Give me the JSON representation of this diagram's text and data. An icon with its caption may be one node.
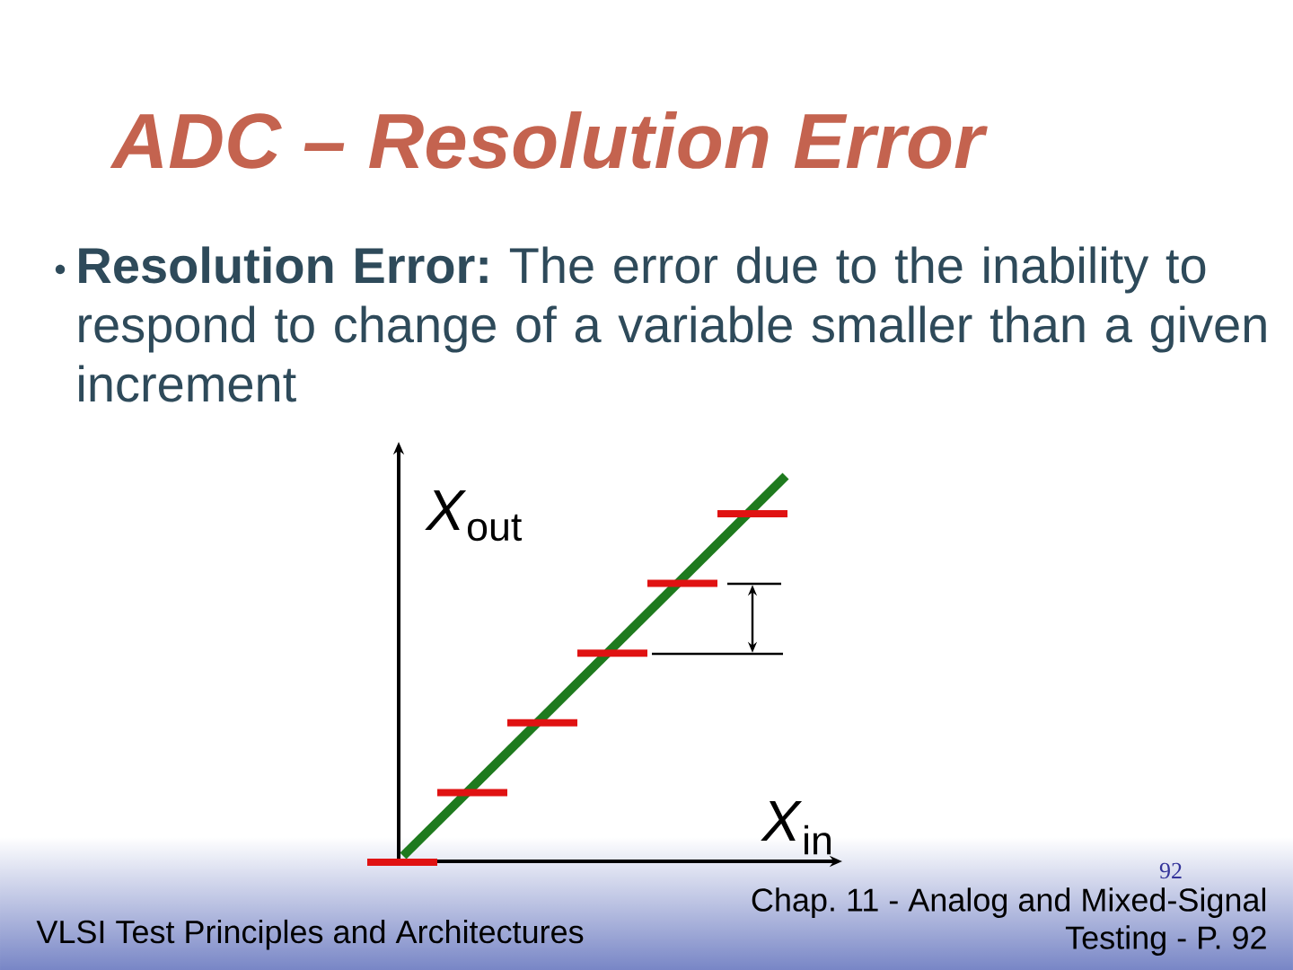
{
  "diagram": {
    "title": "ADC – Resolution Error",
    "labels": [
      "**Resolution Error:** The error due to the inability to respond to change of a variable smaller than a given increment",
      "*X*$_{out}$",
      "*X*$_{in}$",
      "92",
      "VLSI Test Principles and Architectures",
      "Chap. 11 - Analog and Mixed-Signal Testing - P. 92"
    ]
  }
}
